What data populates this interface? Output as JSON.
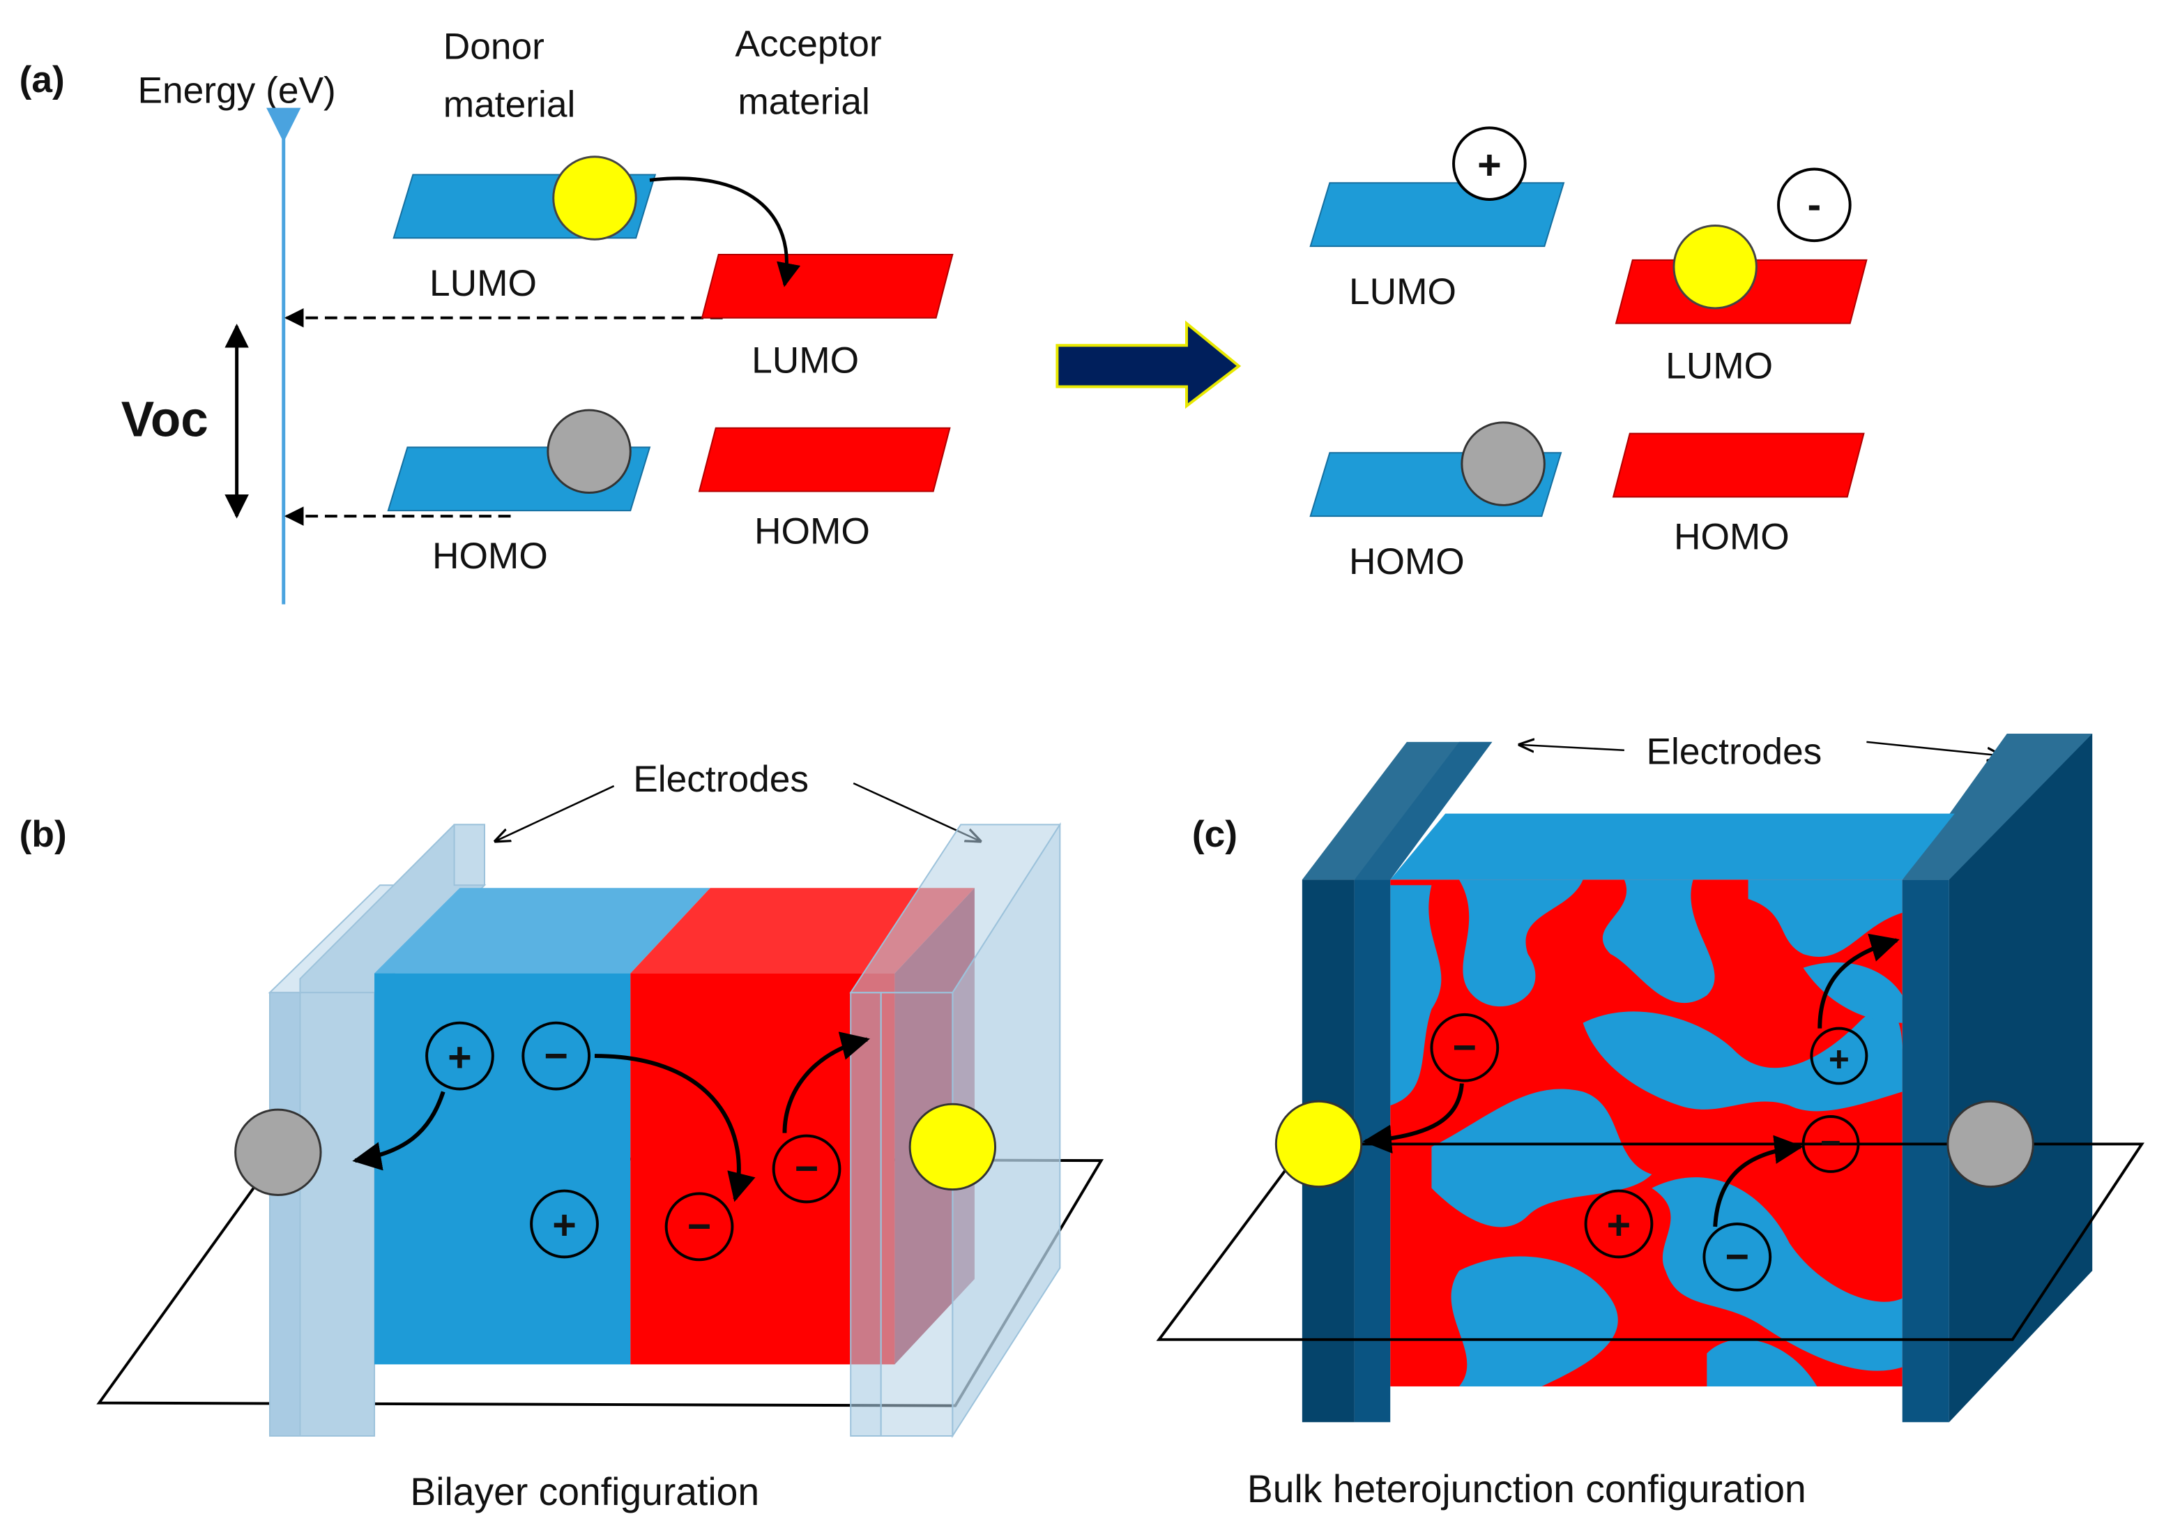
{
  "panel_a": {
    "tag": "(a)",
    "energy_axis_label": "Energy (eV)",
    "donor_label": [
      "Donor",
      "material"
    ],
    "acceptor_label": [
      "Acceptor",
      "material"
    ],
    "voc_label": "Voc",
    "lumo": "LUMO",
    "homo": "HOMO",
    "plus": "+",
    "minus": "-"
  },
  "panel_b": {
    "tag": "(b)",
    "electrodes_label": "Electrodes",
    "caption": "Bilayer configuration",
    "plus": "+",
    "minus": "−"
  },
  "panel_c": {
    "tag": "(c)",
    "electrodes_label": "Electrodes",
    "caption": "Bulk heterojunction configuration",
    "plus": "+",
    "minus": "−"
  },
  "colors": {
    "donor_blue": "#1E9BD7",
    "acceptor_red": "#FF0000",
    "electron_yellow": "#FFFF00",
    "hole_gray": "#A6A6A6",
    "electrode_light": "#B4D2E6",
    "electrode_dark": "#05446B",
    "arrow_navy": "#001F5C"
  }
}
